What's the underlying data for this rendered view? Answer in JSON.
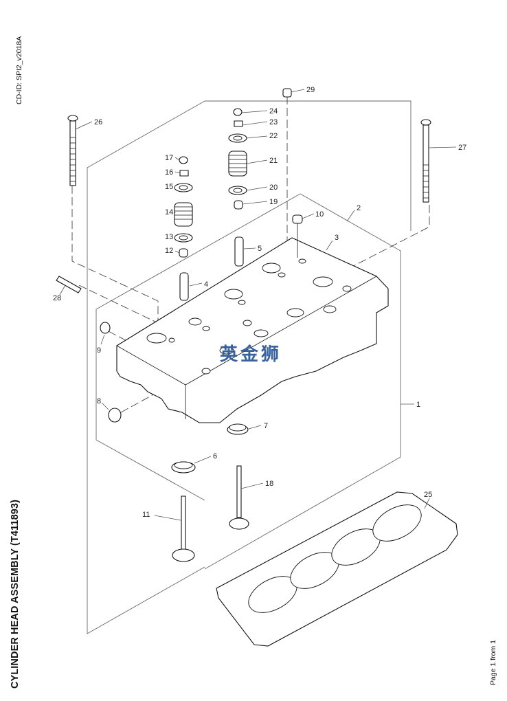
{
  "document": {
    "cd_id": "CD-ID: SPI2_v2018A",
    "title": "CYLINDER HEAD ASSEMBLY (T411893)",
    "page_info": "Page 1 from 1",
    "watermark": "英金狮"
  },
  "callouts": [
    {
      "id": "1",
      "part": "cylinder-head-assembly"
    },
    {
      "id": "2",
      "part": "cylinder-head-subassembly"
    },
    {
      "id": "3",
      "part": "cylinder-head"
    },
    {
      "id": "4",
      "part": "valve-guide"
    },
    {
      "id": "5",
      "part": "valve-guide"
    },
    {
      "id": "6",
      "part": "valve-seat-insert"
    },
    {
      "id": "7",
      "part": "valve-seat-insert"
    },
    {
      "id": "8",
      "part": "core-plug"
    },
    {
      "id": "9",
      "part": "core-plug"
    },
    {
      "id": "10",
      "part": "plug"
    },
    {
      "id": "11",
      "part": "valve"
    },
    {
      "id": "12",
      "part": "valve-stem-seal"
    },
    {
      "id": "13",
      "part": "spring-seat"
    },
    {
      "id": "14",
      "part": "valve-spring"
    },
    {
      "id": "15",
      "part": "spring-cap"
    },
    {
      "id": "16",
      "part": "collet"
    },
    {
      "id": "17",
      "part": "valve-cap"
    },
    {
      "id": "18",
      "part": "valve"
    },
    {
      "id": "19",
      "part": "valve-stem-seal"
    },
    {
      "id": "20",
      "part": "spring-seat"
    },
    {
      "id": "21",
      "part": "valve-spring"
    },
    {
      "id": "22",
      "part": "spring-cap"
    },
    {
      "id": "23",
      "part": "collet"
    },
    {
      "id": "24",
      "part": "valve-cap"
    },
    {
      "id": "25",
      "part": "head-gasket"
    },
    {
      "id": "26",
      "part": "bolt"
    },
    {
      "id": "27",
      "part": "bolt"
    },
    {
      "id": "28",
      "part": "stud"
    },
    {
      "id": "29",
      "part": "plug"
    }
  ]
}
